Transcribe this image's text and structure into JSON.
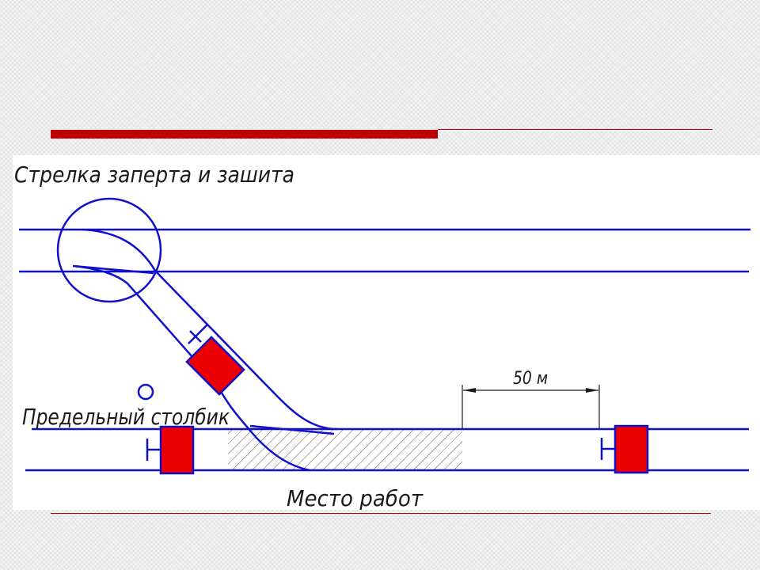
{
  "slide": {
    "accent_color": "#c00000",
    "line_color": "#1010cc",
    "signal_color": "#ee0000"
  },
  "diagram": {
    "label_switch": "Стрелка заперта и зашита",
    "label_fouling_point": "Предельный столбик",
    "label_work_site": "Место работ",
    "distance_label": "50 м"
  }
}
